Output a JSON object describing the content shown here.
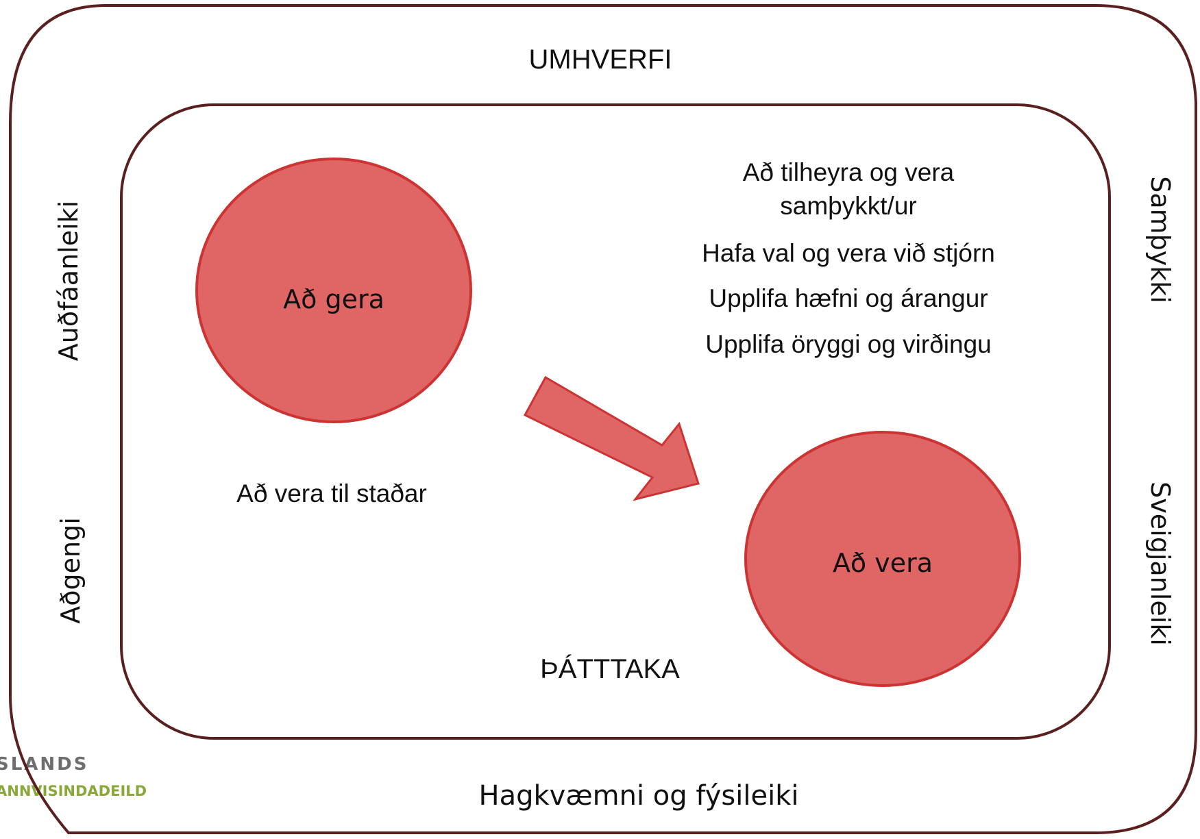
{
  "environment": {
    "title": "UMHVERFI",
    "bottom_label": "Hagkvæmni og fýsileiki",
    "left_labels": [
      "Auðfáanleiki",
      "Aðgengi"
    ],
    "right_labels": [
      "Samþykki",
      "Sveigjanleiki"
    ]
  },
  "participation": {
    "title": "ÞÁTTTAKA",
    "circle_doing": "Að gera",
    "circle_being": "Að vera",
    "being_present": "Að vera til staðar",
    "experiences": [
      "Að tilheyra og vera",
      "samþykkt/ur",
      "Hafa val og vera við stjórn",
      "Upplifa hæfni og árangur",
      "Upplifa öryggi og virðingu"
    ]
  },
  "logo": {
    "line1": "SLANDS",
    "line2": "ANNVISINDADEILD"
  },
  "colors": {
    "frame": "#5a1f1f",
    "circle_fill": "#e06666",
    "circle_stroke": "#cc3333",
    "arrow_fill": "#e06666"
  }
}
